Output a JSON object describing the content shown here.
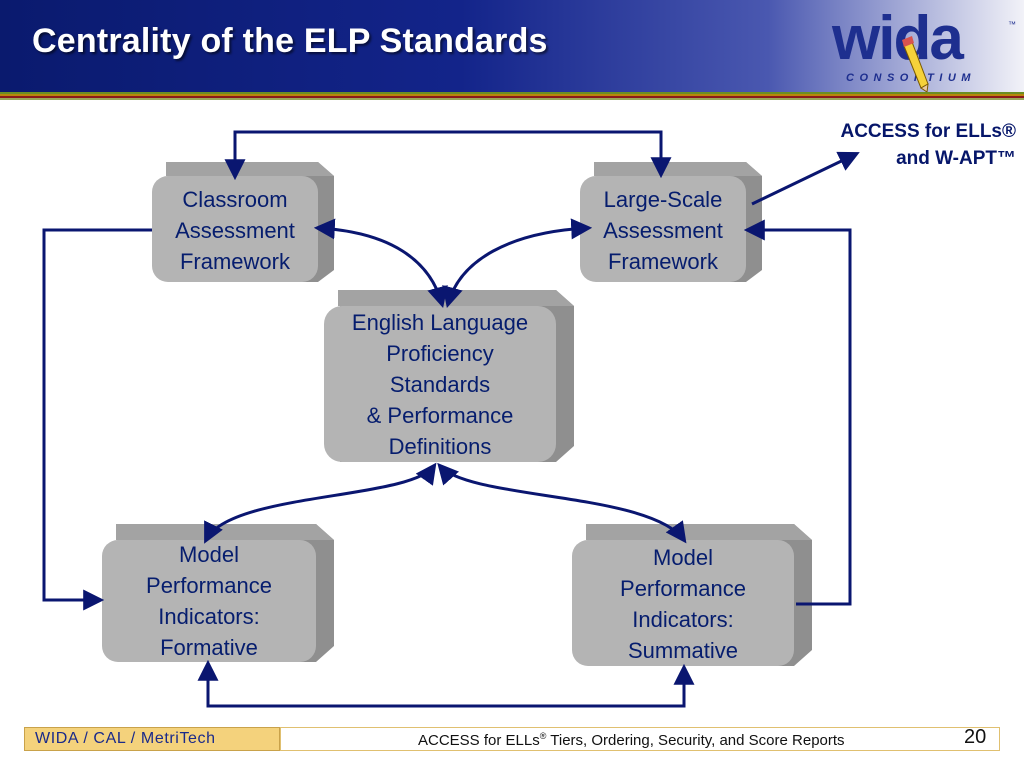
{
  "slide": {
    "title": "Centrality of the ELP Standards",
    "logo": {
      "wordmark": "wida",
      "subtitle": "CONSORTIUM",
      "tm": "™"
    },
    "callout": {
      "line1": "ACCESS for ELLs®",
      "line2": "and W-APT™"
    },
    "nodes": {
      "classroom": [
        "Classroom",
        "Assessment",
        "Framework"
      ],
      "largescale": [
        "Large-Scale",
        "Assessment",
        "Framework"
      ],
      "elp": [
        "English Language",
        "Proficiency",
        "Standards",
        "& Performance",
        "Definitions"
      ],
      "formative": [
        "Model",
        "Performance",
        "Indicators:",
        "Formative"
      ],
      "summative": [
        "Model",
        "Performance",
        "Indicators:",
        "Summative"
      ]
    },
    "footer": {
      "left": "WIDA / CAL / MetriTech",
      "center_prefix": "ACCESS for ELLs",
      "center_sup": "®",
      "center_suffix": " Tiers, Ordering, Security, and Score Reports",
      "page": "20"
    },
    "colors": {
      "header_dark": "#0a1a6e",
      "arrow": "#0a1670",
      "box_face": "#b4b4b4",
      "box_side": "#8f8f8f",
      "text": "#061d6e"
    }
  }
}
